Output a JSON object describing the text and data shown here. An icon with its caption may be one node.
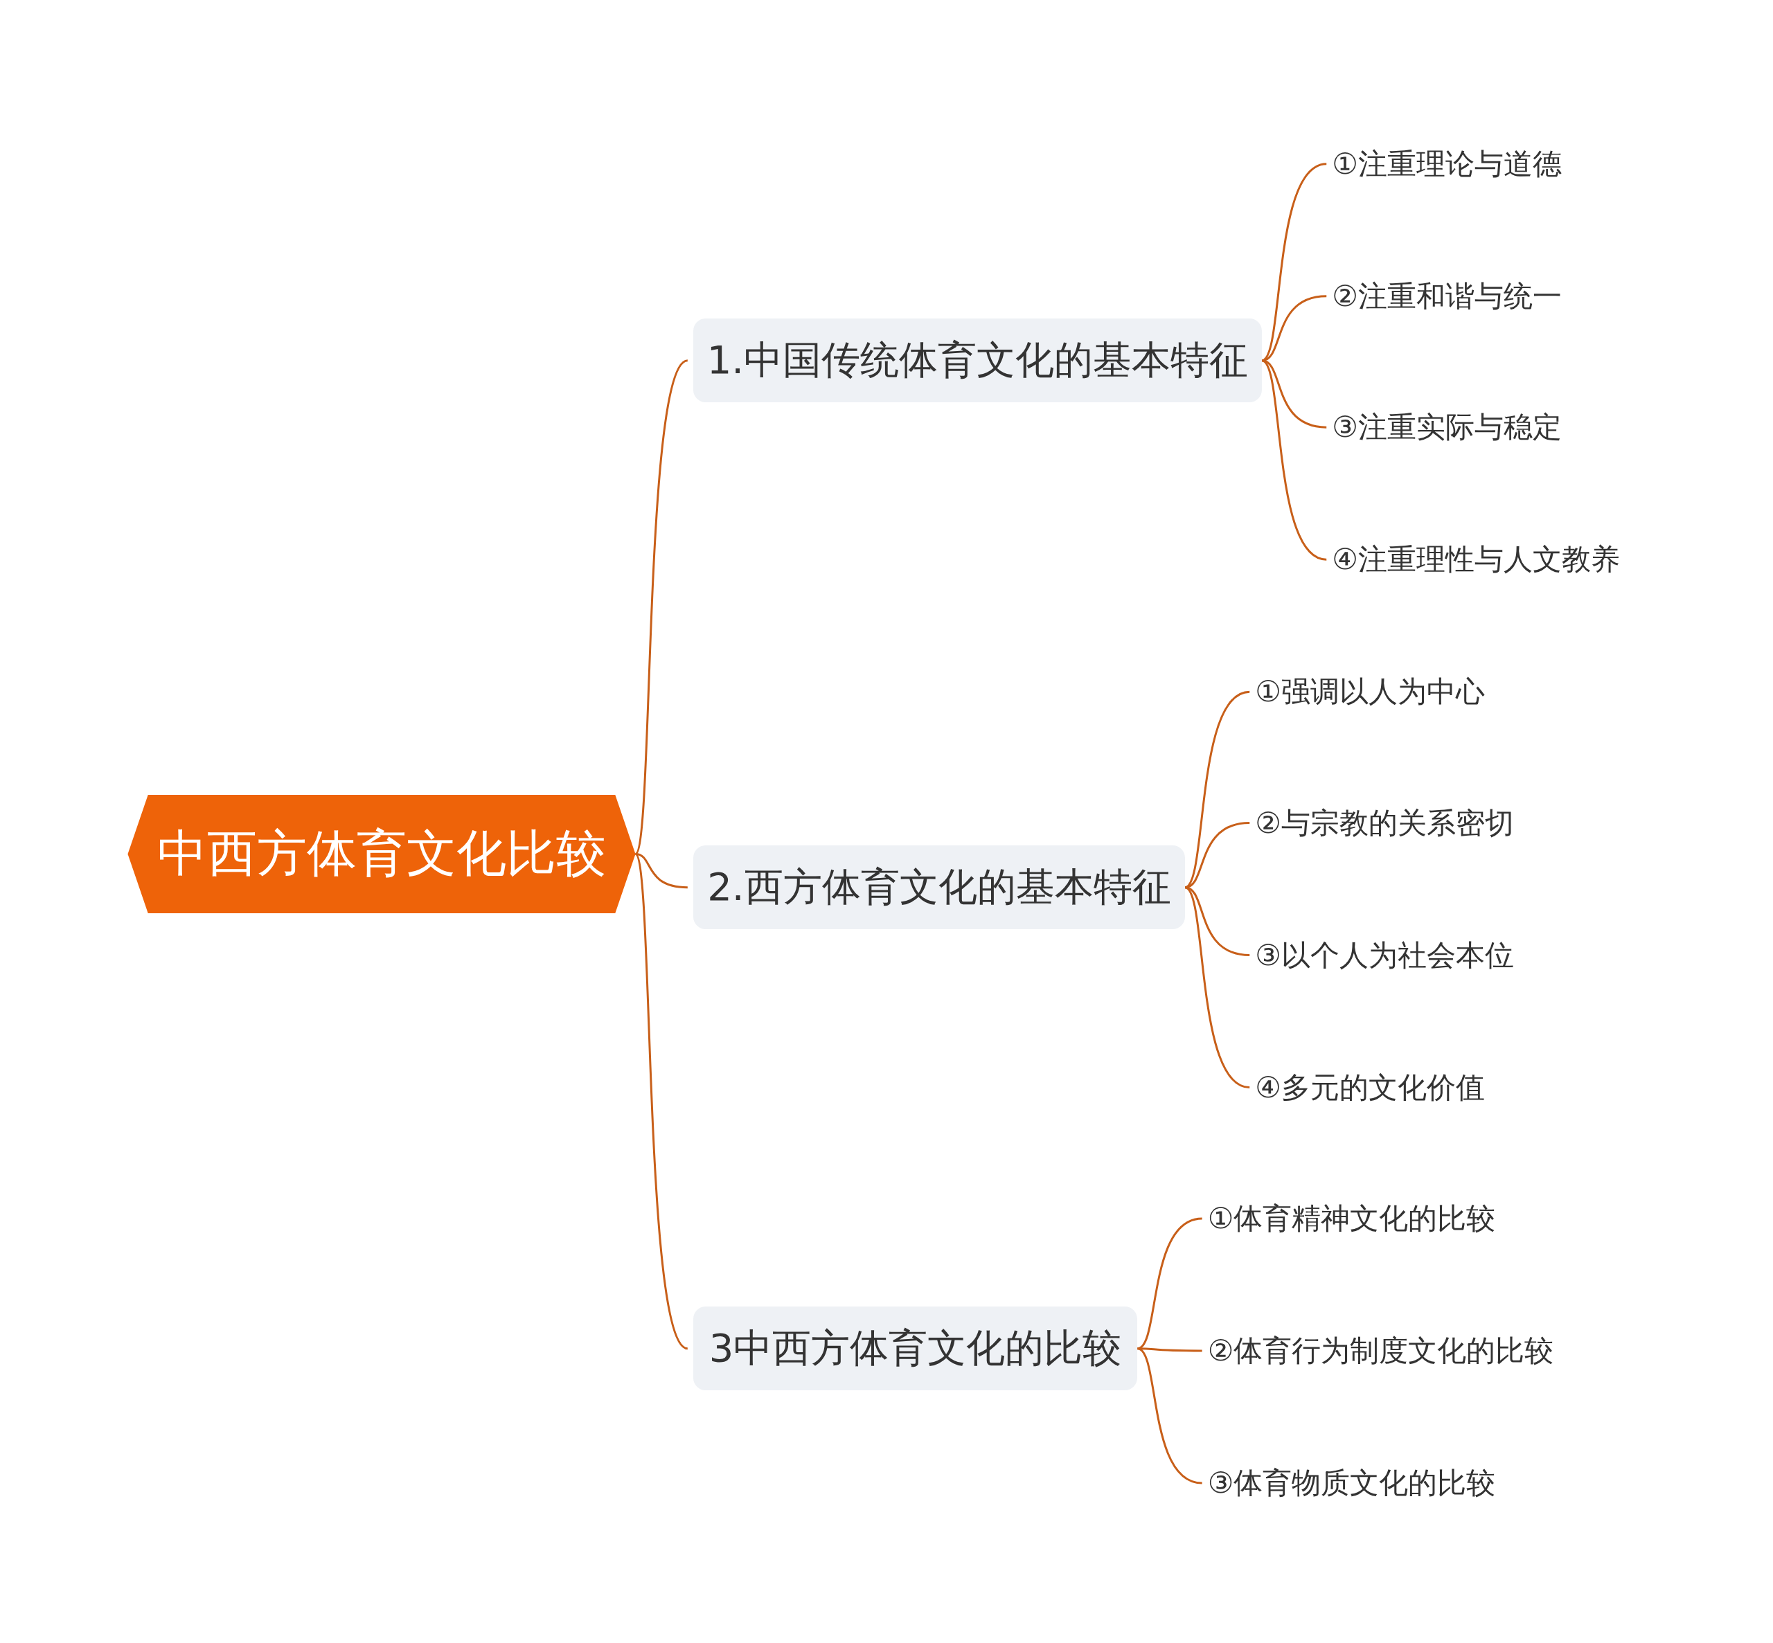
{
  "diagram": {
    "nodes": [
      {
        "text": [
          "中西方体育文化比较"
        ]
      },
      {
        "text": [
          "1.中国传统体育文化的基本特征"
        ]
      },
      {
        "text": [
          "①注重理论与道德"
        ]
      },
      {
        "text": [
          "②注重和谐与统一"
        ]
      },
      {
        "text": [
          "③注重实际与稳定"
        ]
      },
      {
        "text": [
          "④注重理性与人文教养"
        ]
      },
      {
        "text": [
          "2.西方体育文化的基本特征"
        ]
      },
      {
        "text": [
          "①强调以人为中心"
        ]
      },
      {
        "text": [
          "②与宗教的关系密切"
        ]
      },
      {
        "text": [
          "③以个人为社会本位"
        ]
      },
      {
        "text": [
          "④多元的文化价值"
        ]
      },
      {
        "text": [
          "3中西方体育文化的比较"
        ]
      },
      {
        "text": [
          "①体育精神文化的比较"
        ]
      },
      {
        "text": [
          "②体育行为制度文化的比较"
        ]
      },
      {
        "text": [
          "③体育物质文化的比较"
        ]
      }
    ],
    "edges": [
      {
        "from": 0,
        "to": 1,
        "arrow": "none"
      },
      {
        "from": 0,
        "to": 6,
        "arrow": "none"
      },
      {
        "from": 0,
        "to": 11,
        "arrow": "none"
      },
      {
        "from": 1,
        "to": 2,
        "arrow": "none"
      },
      {
        "from": 1,
        "to": 3,
        "arrow": "none"
      },
      {
        "from": 1,
        "to": 4,
        "arrow": "none"
      },
      {
        "from": 1,
        "to": 5,
        "arrow": "none"
      },
      {
        "from": 6,
        "to": 7,
        "arrow": "none"
      },
      {
        "from": 6,
        "to": 8,
        "arrow": "none"
      },
      {
        "from": 6,
        "to": 9,
        "arrow": "none"
      },
      {
        "from": 6,
        "to": 10,
        "arrow": "none"
      },
      {
        "from": 11,
        "to": 12,
        "arrow": "none"
      },
      {
        "from": 11,
        "to": 13,
        "arrow": "none"
      },
      {
        "from": 11,
        "to": 14,
        "arrow": "none"
      }
    ]
  }
}
